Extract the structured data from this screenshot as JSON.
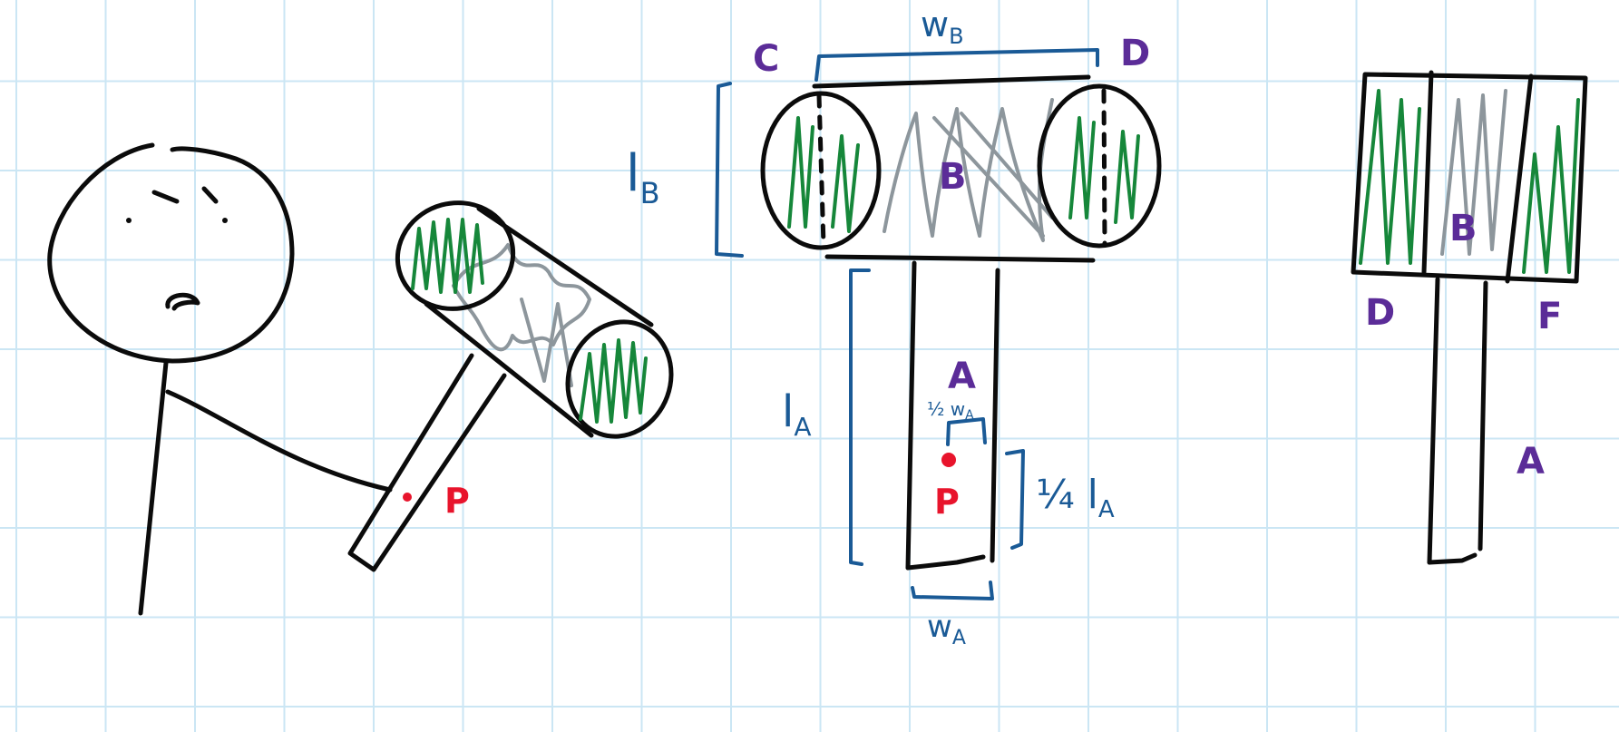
{
  "figure": {
    "left_sketch": {
      "point_label": "P"
    },
    "front_view": {
      "labels": {
        "corner_left": "C",
        "corner_right": "D",
        "head": "B",
        "handle": "A",
        "point": "P"
      },
      "dimensions": {
        "head_width": "w",
        "head_width_sub": "B",
        "head_length": "l",
        "head_length_sub": "B",
        "handle_length": "l",
        "handle_length_sub": "A",
        "handle_width": "w",
        "handle_width_sub": "A",
        "point_offset_x": "½ w",
        "point_offset_x_sub": "A",
        "point_offset_y": "¼ l",
        "point_offset_y_sub": "A"
      }
    },
    "side_view": {
      "labels": {
        "bottom_left": "D",
        "head": "B",
        "bottom_right": "F",
        "handle": "A"
      }
    }
  },
  "colors": {
    "ink": "#0b0b0b",
    "dimension_blue": "#1a5a96",
    "label_purple": "#5b2c98",
    "point_red": "#e8142c",
    "fill_green": "#16873a",
    "fill_grey": "#8d969c",
    "grid": "#cbe6f4"
  }
}
